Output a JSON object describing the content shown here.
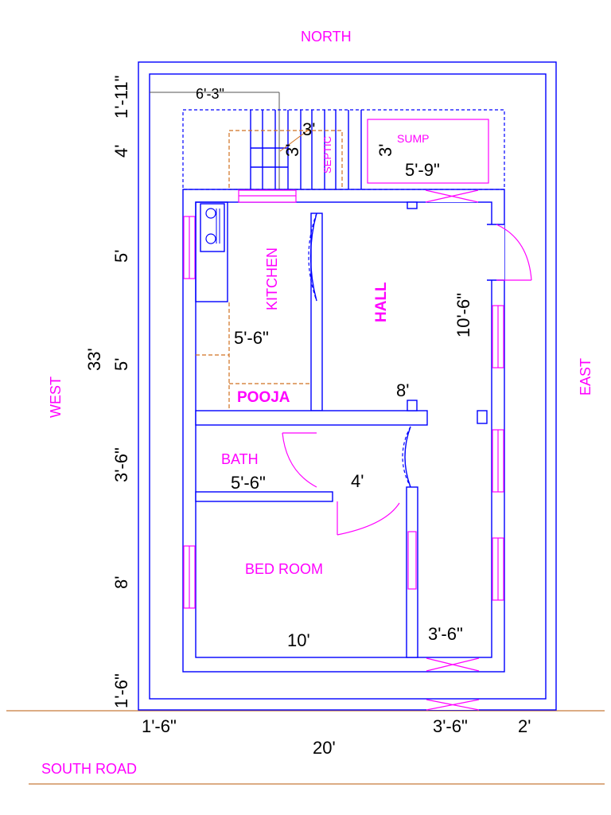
{
  "labels": {
    "north": "NORTH",
    "south_road": "SOUTH ROAD",
    "west": "WEST",
    "east": "EAST",
    "kitchen": "KITCHEN",
    "hall": "HALL",
    "pooja": "POOJA",
    "bath": "BATH",
    "bed_room": "BED ROOM",
    "septic": "SEPTIC",
    "sump": "SUMP"
  },
  "dimensions": {
    "left_1_11": "1'-11\"",
    "left_4": "4'",
    "left_5a": "5'",
    "left_5b": "5'",
    "total_33": "33'",
    "left_3_6": "3'-6\"",
    "left_8": "8'",
    "left_1_6": "1'-6\"",
    "top_6_3": "6'-3\"",
    "septic_w": "3'",
    "septic_h": "3'",
    "sump_h": "3'",
    "sump_w": "5'-9\"",
    "kitchen_w": "5'-6\"",
    "hall_h": "10'-6\"",
    "hall_w": "8'",
    "bath_w": "5'-6\"",
    "passage_4": "4'",
    "bed_w": "10'",
    "entry_w": "3'-6\"",
    "bottom_1_6": "1'-6\"",
    "bottom_3_6": "3'-6\"",
    "bottom_2": "2'",
    "total_20": "20'"
  },
  "colors": {
    "walls": "#0000ff",
    "labels": "#ff00ff",
    "dimensions": "#000000",
    "road": "#c87b3a",
    "dashed_outline": "#d07020"
  }
}
